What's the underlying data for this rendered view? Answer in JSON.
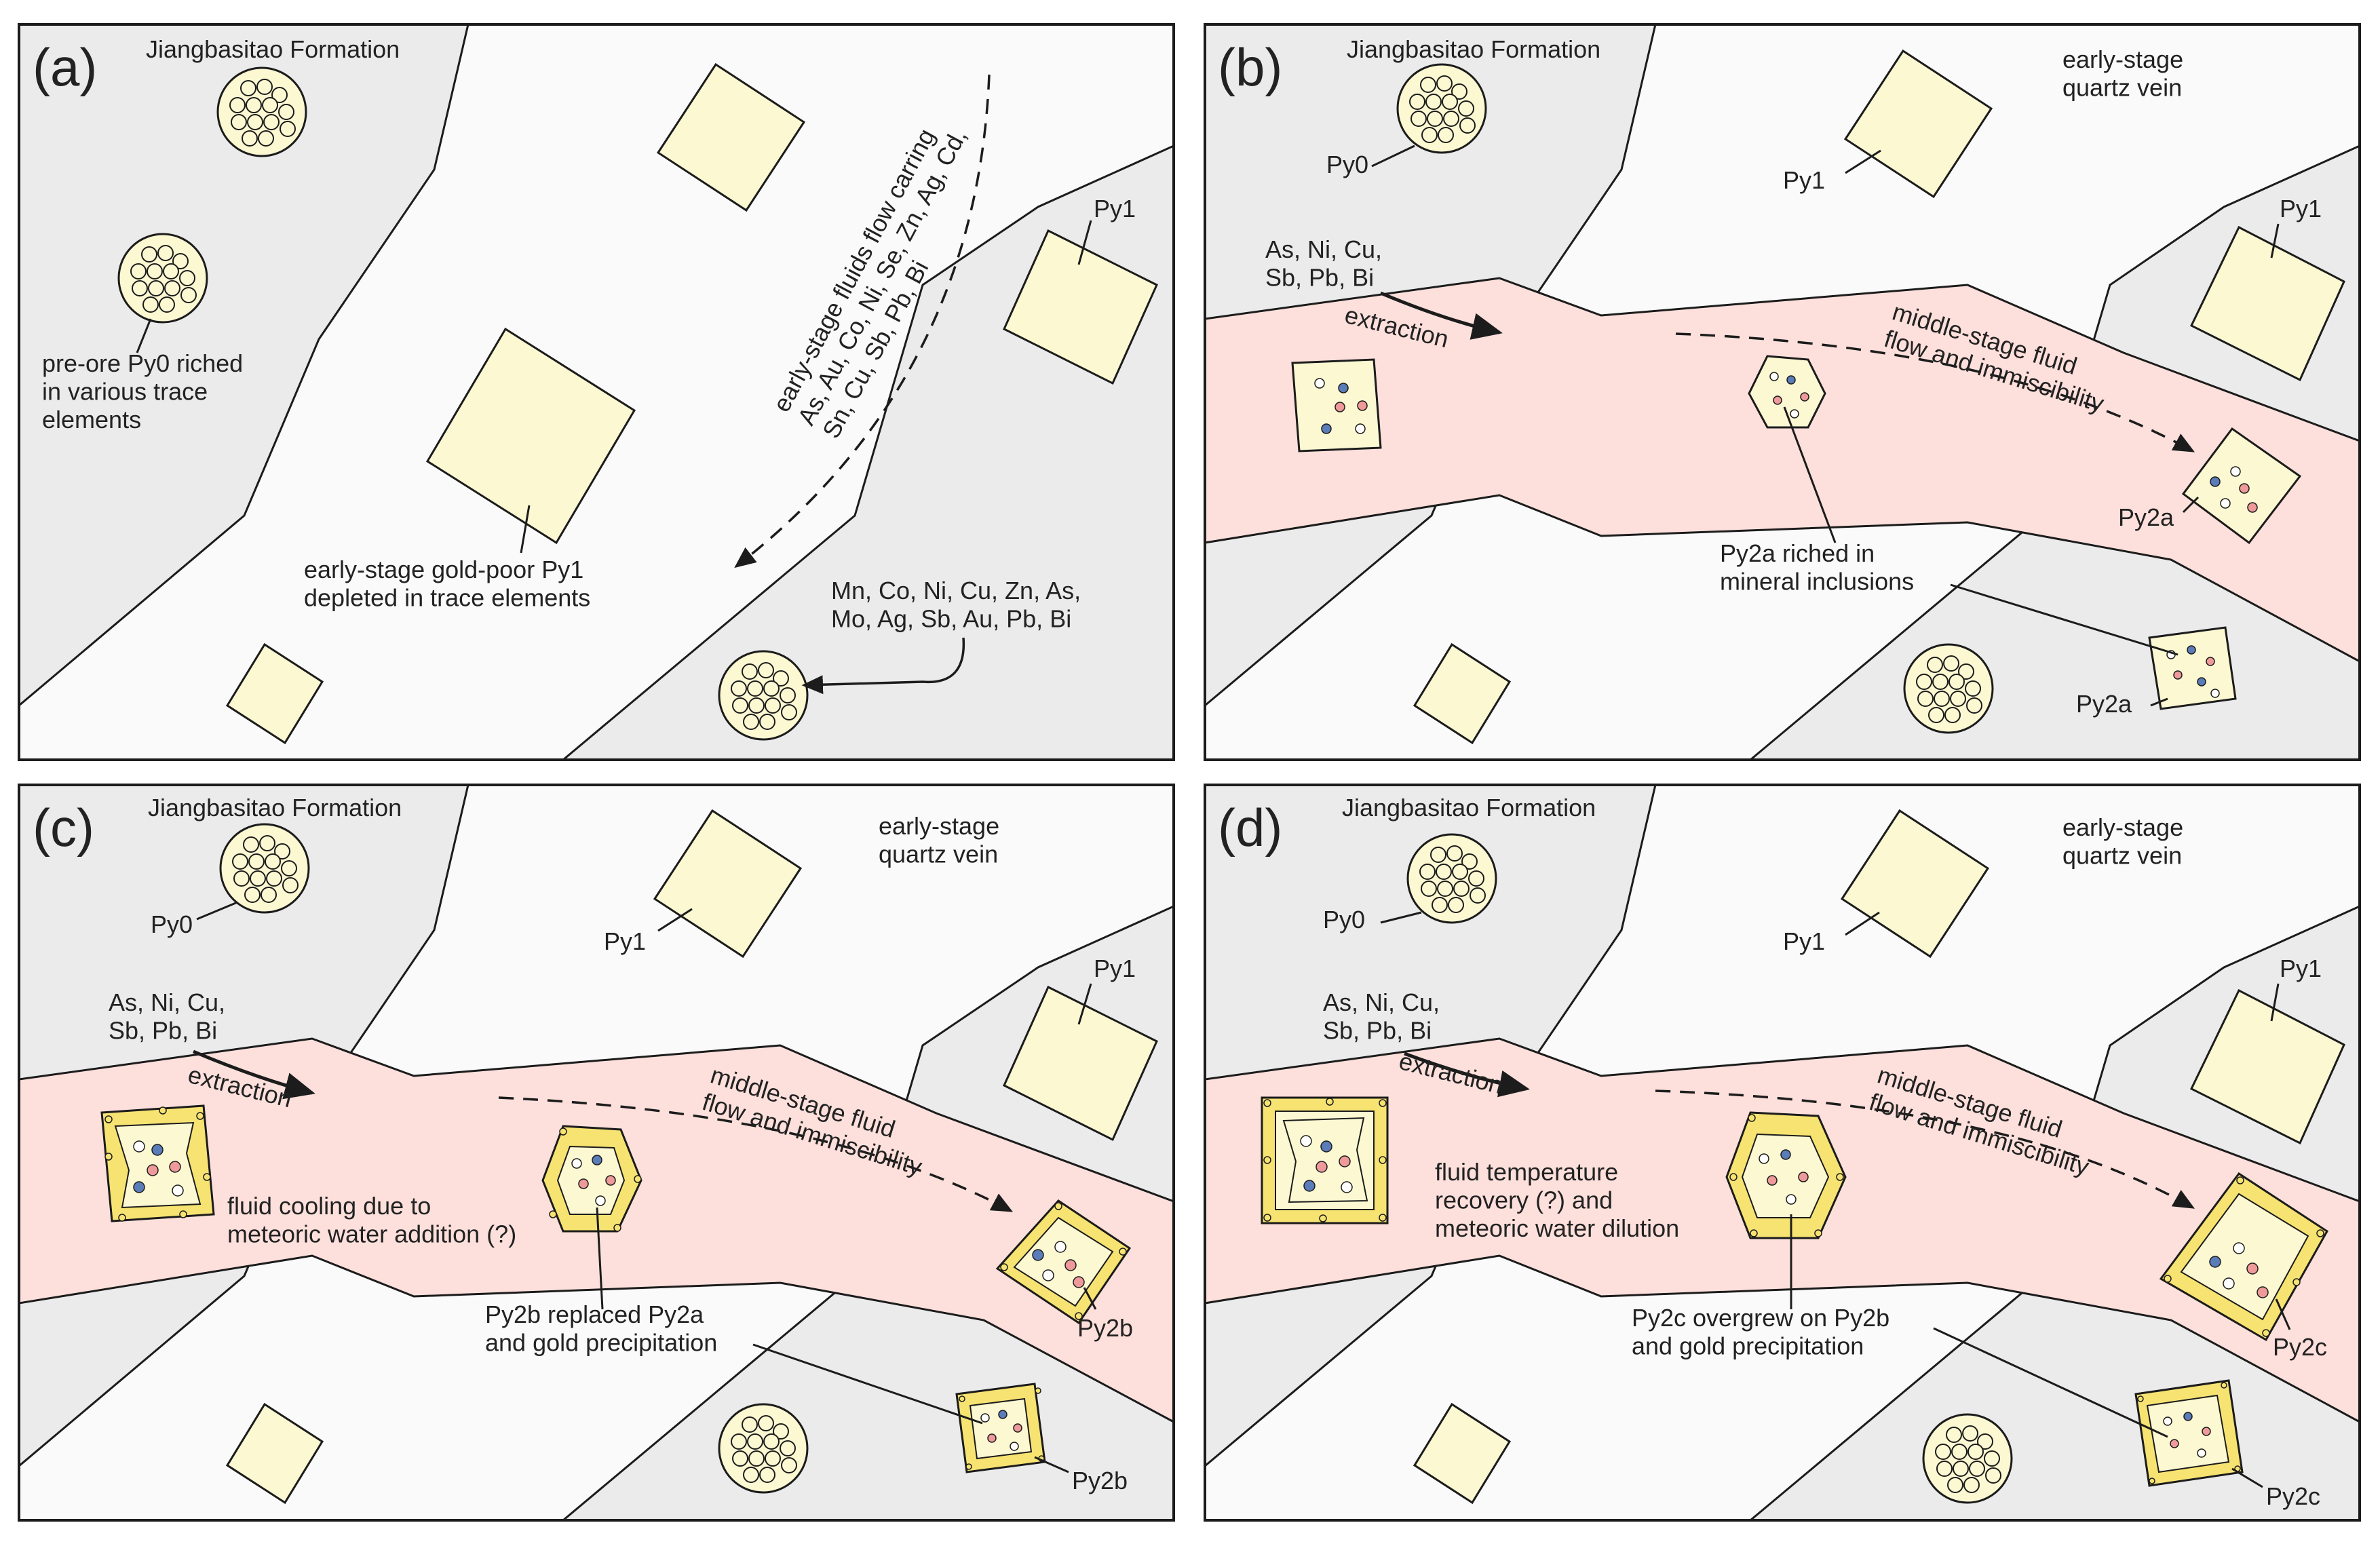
{
  "colors": {
    "wallrock": "#ebebeb",
    "vein": "#fafafa",
    "fluid": "#fde0dc",
    "pyrite": "#fcf8d2",
    "overgrowth": "#f7e372",
    "inclusion_blue": "#5a7cb8",
    "inclusion_red": "#ef9a9a",
    "outline": "#1c1c1c"
  },
  "panels": [
    {
      "letter": "(a)",
      "formation": "Jiangbasitao Formation",
      "py0_label": "pre-ore Py0 riched\nin various trace\nelements",
      "py1_label": "early-stage gold-poor Py1\ndepleted in trace elements",
      "py1_small": "Py1",
      "fluid_label": "early-stage fluids flow carring\nAs, Au, Co, Ni, Se, Zn, Ag, Cd,\nSn, Cu, Sb, Pb, Bi",
      "elements_label": "Mn, Co, Ni, Cu, Zn, As,\nMo, Ag, Sb, Au, Pb, Bi"
    },
    {
      "letter": "(b)",
      "formation": "Jiangbasitao Formation",
      "vein_label": "early-stage\nquartz vein",
      "py0": "Py0",
      "py1_a": "Py1",
      "py1_b": "Py1",
      "extract_elements": "As, Ni, Cu,\nSb, Pb, Bi",
      "extraction": "extraction",
      "flow_label": "middle-stage fluid\nflow and immiscibility",
      "py2a": "Py2a",
      "py2a_b": "Py2a",
      "note": "Py2a riched in\nmineral inclusions"
    },
    {
      "letter": "(c)",
      "formation": "Jiangbasitao Formation",
      "vein_label": "early-stage\nquartz vein",
      "py0": "Py0",
      "py1_a": "Py1",
      "py1_b": "Py1",
      "extract_elements": "As, Ni, Cu,\nSb, Pb, Bi",
      "extraction": "extraction",
      "flow_label": "middle-stage fluid\nflow and immiscibility",
      "cooling_label": "fluid cooling due to\nmeteoric water addition (?)",
      "note": "Py2b replaced Py2a\nand gold precipitation",
      "py2b": "Py2b",
      "py2b_b": "Py2b"
    },
    {
      "letter": "(d)",
      "formation": "Jiangbasitao Formation",
      "vein_label": "early-stage\nquartz vein",
      "py0": "Py0",
      "py1_a": "Py1",
      "py1_b": "Py1",
      "extract_elements": "As, Ni, Cu,\nSb, Pb, Bi",
      "extraction": "extraction",
      "flow_label": "middle-stage fluid\nflow and immiscibility",
      "recovery_label": "fluid temperature\nrecovery (?) and\nmeteoric water dilution",
      "note": "Py2c overgrew on Py2b\nand gold precipitation",
      "py2c": "Py2c",
      "py2c_b": "Py2c"
    }
  ]
}
